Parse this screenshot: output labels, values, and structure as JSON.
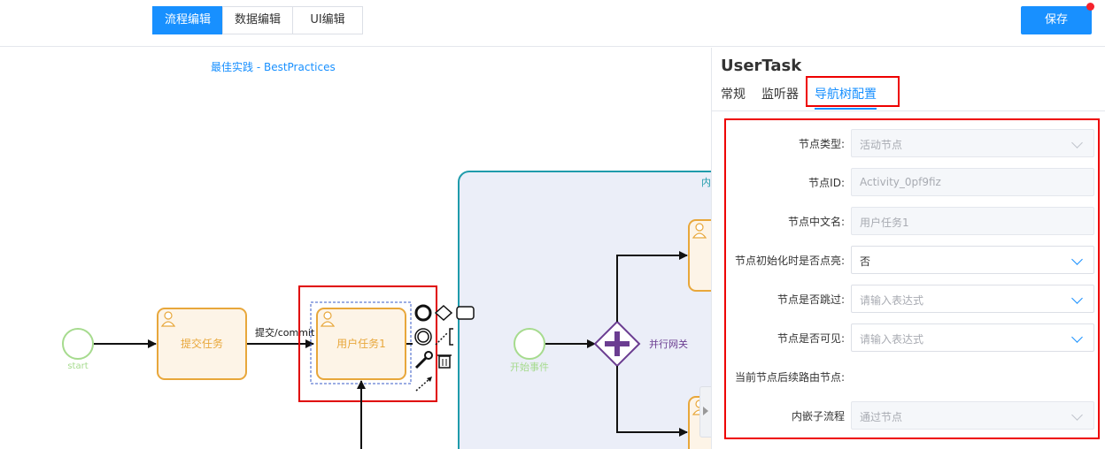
{
  "header": {
    "mode_tabs": [
      {
        "label": "流程编辑",
        "active": true
      },
      {
        "label": "数据编辑",
        "active": false
      },
      {
        "label": "UI编辑",
        "active": false
      }
    ],
    "save_label": "保存"
  },
  "canvas": {
    "best_practices_link": "最佳实践 - BestPractices",
    "nodes": {
      "start_label": "start",
      "submit_task": "提交任务",
      "flow_label": "提交/commit",
      "user_task": "用户任务1",
      "start_event": "开始事件",
      "gateway_label": "并行网关",
      "subprocess_title_partial": "内"
    }
  },
  "panel": {
    "title": "UserTask",
    "tabs": [
      {
        "label": "常规",
        "active": false
      },
      {
        "label": "监听器",
        "active": false
      },
      {
        "label": "导航树配置",
        "active": true
      }
    ],
    "fields": {
      "node_type": {
        "label": "节点类型:",
        "value": "活动节点"
      },
      "node_id": {
        "label": "节点ID:",
        "value": "Activity_0pf9fiz"
      },
      "node_cn_name": {
        "label": "节点中文名:",
        "value": "用户任务1"
      },
      "init_highlight": {
        "label": "节点初始化时是否点亮:",
        "value": "否"
      },
      "skip": {
        "label": "节点是否跳过:",
        "placeholder": "请输入表达式"
      },
      "visible": {
        "label": "节点是否可见:",
        "placeholder": "请输入表达式"
      },
      "next_route": {
        "label": "当前节点后续路由节点:"
      },
      "embedded_subflow": {
        "label": "内嵌子流程",
        "value": "通过节点"
      }
    }
  },
  "colors": {
    "primary": "#1890ff",
    "task_fill": "#fdf4e7",
    "task_stroke": "#e8a73b",
    "start_stroke": "#a6db8e",
    "gateway": "#6b3d91",
    "subprocess_fill": "#ebeef8",
    "subprocess_stroke": "#1f9bab",
    "highlight": "#e00000"
  }
}
